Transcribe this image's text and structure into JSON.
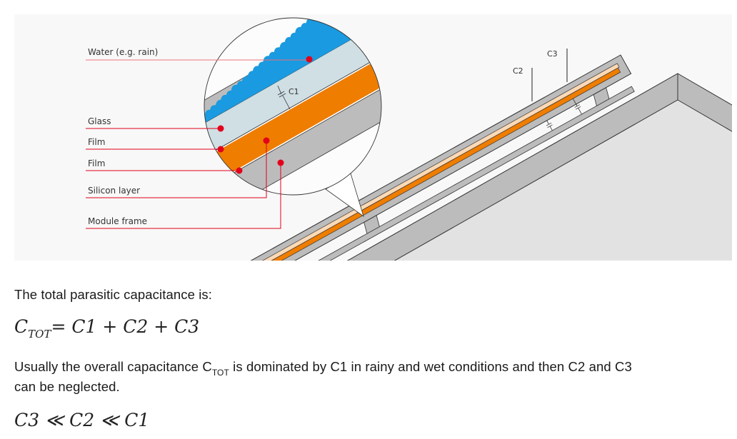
{
  "diagram": {
    "labels": {
      "water": "Water (e.g. rain)",
      "glass": "Glass",
      "film1": "Film",
      "film2": "Film",
      "silicon": "Silicon layer",
      "frame": "Module frame"
    },
    "capacitors": {
      "c1": "C1",
      "c2": "C2",
      "c3": "C3"
    },
    "colors": {
      "orange": "#ef7d00",
      "peach": "#fdd9b5",
      "glass": "#cfdfe4",
      "water": "#1a9ae0",
      "gray": "#bcbcbc",
      "red": "#e2001a"
    }
  },
  "text": {
    "intro": "The total parasitic capacitance is:",
    "formula1": {
      "c": "C",
      "sub": "TOT",
      "rest": "= C1 + C2 + C3"
    },
    "para_a": "Usually the overall capacitance C",
    "para_sub": "TOT",
    "para_b": " is dominated by C1 in rainy and wet conditions and then C2 and C3",
    "para_line2": "can be neglected.",
    "formula2": "C3 ≪ C2 ≪ C1"
  }
}
